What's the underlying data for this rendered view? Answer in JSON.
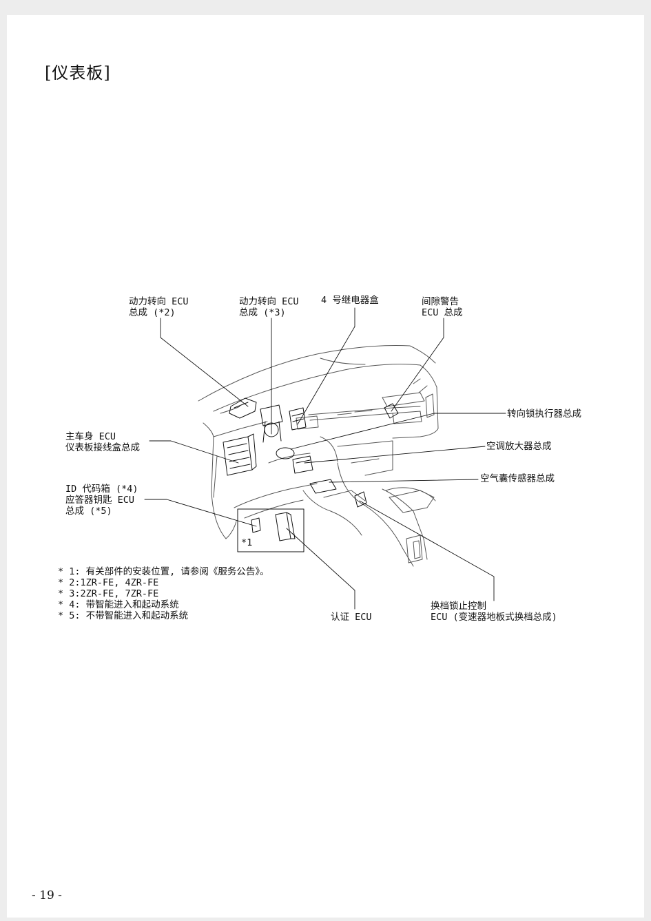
{
  "page": {
    "section_title": "[仪表板]",
    "page_number": "- 19 -"
  },
  "callouts": {
    "power_steering_ecu_2": {
      "line1": "动力转向 ECU",
      "line2": "总成 (*2)"
    },
    "power_steering_ecu_3": {
      "line1": "动力转向 ECU",
      "line2": "总成 (*3)"
    },
    "relay_box_4": {
      "line1": "4 号继电器盒"
    },
    "clearance_warning_ecu": {
      "line1": "间隙警告",
      "line2": "ECU 总成"
    },
    "steering_lock_actuator": {
      "line1": "转向锁执行器总成"
    },
    "main_body_ecu": {
      "line1": "主车身 ECU",
      "line2": "仪表板接线盒总成"
    },
    "ac_amplifier": {
      "line1": "空调放大器总成"
    },
    "id_code_box": {
      "line1": "ID 代码箱 (*4)",
      "line2": "应答器钥匙 ECU",
      "line3": "总成 (*5)"
    },
    "airbag_sensor": {
      "line1": "空气囊传感器总成"
    },
    "inset_marker": "*1",
    "certification_ecu": {
      "line1": "认证 ECU"
    },
    "shift_lock_ecu": {
      "line1": "换档锁止控制",
      "line2": "ECU (变速器地板式换档总成)"
    }
  },
  "notes": [
    "* 1: 有关部件的安装位置, 请参阅《服务公告》。",
    "* 2:1ZR-FE, 4ZR-FE",
    "* 3:2ZR-FE, 7ZR-FE",
    "* 4: 带智能进入和起动系统",
    "* 5: 不带智能进入和起动系统"
  ]
}
